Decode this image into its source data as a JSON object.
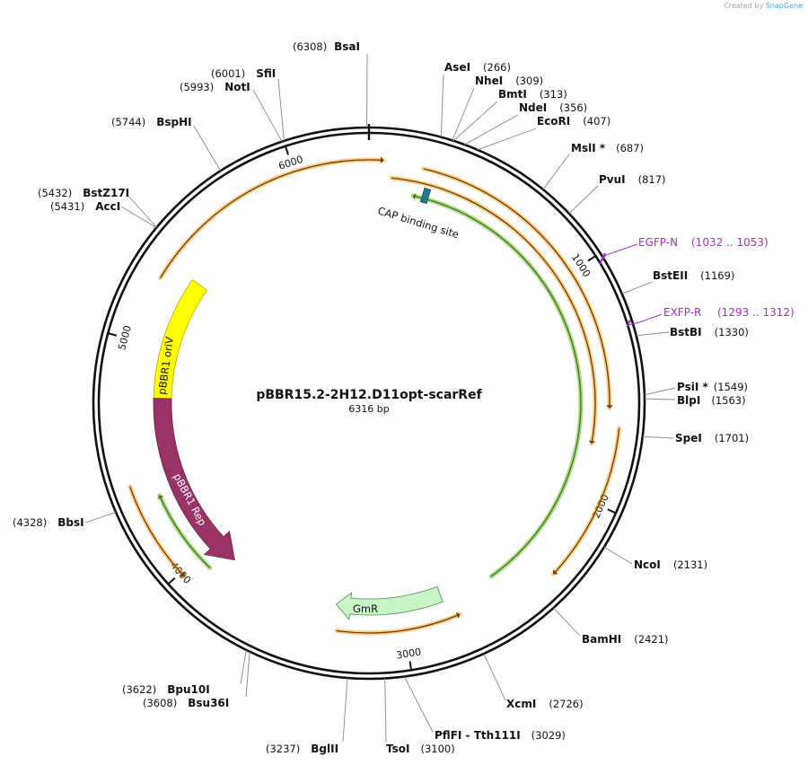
{
  "branding": {
    "prefix": "Created by",
    "name": "SnapGene"
  },
  "plasmid": {
    "name": "pBBR15.2-2H12.D11opt-scarRef",
    "length_label": "6316 bp",
    "length": 6316
  },
  "ticks": [
    {
      "bp": 1000,
      "label": "1000"
    },
    {
      "bp": 2000,
      "label": "2000"
    },
    {
      "bp": 3000,
      "label": "3000"
    },
    {
      "bp": 4000,
      "label": "4000"
    },
    {
      "bp": 5000,
      "label": "5000"
    },
    {
      "bp": 6000,
      "label": "6000"
    }
  ],
  "enzymes": [
    {
      "name": "BsaI",
      "pos": "(6308)",
      "bp": 6308
    },
    {
      "name": "AseI",
      "pos": "(266)",
      "bp": 266
    },
    {
      "name": "NheI",
      "pos": "(309)",
      "bp": 309
    },
    {
      "name": "BmtI",
      "pos": "(313)",
      "bp": 313
    },
    {
      "name": "NdeI",
      "pos": "(356)",
      "bp": 356
    },
    {
      "name": "EcoRI",
      "pos": "(407)",
      "bp": 407
    },
    {
      "name": "MslI *",
      "pos": "(687)",
      "bp": 687
    },
    {
      "name": "PvuI",
      "pos": "(817)",
      "bp": 817
    },
    {
      "name": "BstEII",
      "pos": "(1169)",
      "bp": 1169
    },
    {
      "name": "BstBI",
      "pos": "(1330)",
      "bp": 1330
    },
    {
      "name": "PsiI *",
      "pos": "(1549)",
      "bp": 1549
    },
    {
      "name": "BlpI",
      "pos": "(1563)",
      "bp": 1563
    },
    {
      "name": "SpeI",
      "pos": "(1701)",
      "bp": 1701
    },
    {
      "name": "NcoI",
      "pos": "(2131)",
      "bp": 2131
    },
    {
      "name": "BamHI",
      "pos": "(2421)",
      "bp": 2421
    },
    {
      "name": "XcmI",
      "pos": "(2726)",
      "bp": 2726
    },
    {
      "name": "PflFI - Tth111I",
      "pos": "(3029)",
      "bp": 3029
    },
    {
      "name": "TsoI",
      "pos": "(3100)",
      "bp": 3100
    },
    {
      "name": "BglII",
      "pos": "(3237)",
      "bp": 3237
    },
    {
      "name": "Bsu36I",
      "pos": "(3608)",
      "bp": 3608
    },
    {
      "name": "Bpu10I",
      "pos": "(3622)",
      "bp": 3622
    },
    {
      "name": "BbsI",
      "pos": "(4328)",
      "bp": 4328
    },
    {
      "name": "AccI",
      "pos": "(5431)",
      "bp": 5431
    },
    {
      "name": "BstZ17I",
      "pos": "(5432)",
      "bp": 5432
    },
    {
      "name": "BspHI",
      "pos": "(5744)",
      "bp": 5744
    },
    {
      "name": "NotI",
      "pos": "(5993)",
      "bp": 5993
    },
    {
      "name": "SfiI",
      "pos": "(6001)",
      "bp": 6001
    }
  ],
  "primers": [
    {
      "name": "EGFP-N",
      "range": "(1032 .. 1053)",
      "start": 1032,
      "end": 1053
    },
    {
      "name": "EXFP-R",
      "range": "(1293 .. 1312)",
      "start": 1293,
      "end": 1312
    }
  ],
  "features": [
    {
      "name": "CAP binding site",
      "start": 170,
      "end": 192,
      "kind": "site",
      "color": "#1f7a8c"
    },
    {
      "name": "pBBR1 oriV",
      "start": 4760,
      "end": 5350,
      "kind": "ori",
      "color": "#ffff00"
    },
    {
      "name": "pBBR1 Rep",
      "start": 3840,
      "end": 4760,
      "kind": "cds",
      "color": "#993366"
    },
    {
      "name": "GmR",
      "start": 2800,
      "end": 3330,
      "kind": "cds-rev",
      "color": "#c8f5c8"
    }
  ],
  "colors": {
    "orf": "#f4a72c",
    "orf_line": "#6b3b00",
    "green": "#6ab82a",
    "primer": "#a130c9"
  }
}
